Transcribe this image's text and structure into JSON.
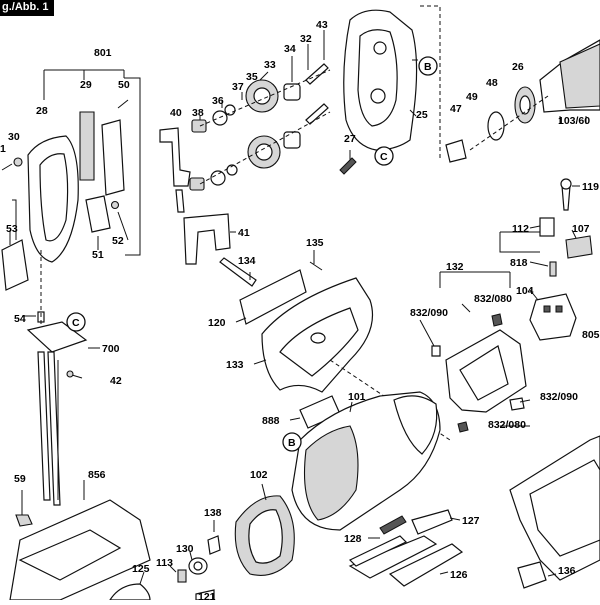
{
  "figure_tag": "g./Abb. 1",
  "callout_letters": [
    "B",
    "C"
  ],
  "part_numbers": {
    "p801": "801",
    "p29": "29",
    "p50": "50",
    "p28": "28",
    "p30": "30",
    "p53": "53",
    "p52": "52",
    "p51": "51",
    "p54": "54",
    "p700": "700",
    "p42": "42",
    "p59": "59",
    "p856": "856",
    "p40": "40",
    "p38": "38",
    "p36": "36",
    "p37": "37",
    "p35": "35",
    "p33": "33",
    "p34": "34",
    "p32": "32",
    "p43": "43",
    "p27": "27",
    "p25": "25",
    "p41": "41",
    "p47": "47",
    "p49": "49",
    "p48": "48",
    "p26": "26",
    "p103_60": "103/60",
    "p119": "119",
    "p112": "112",
    "p107": "107",
    "p818": "818",
    "p104": "104",
    "p805": "805",
    "p132": "132",
    "p832_090a": "832/090",
    "p832_080a": "832/080",
    "p832_090b": "832/090",
    "p832_080b": "832/080",
    "p135": "135",
    "p134": "134",
    "p120": "120",
    "p133": "133",
    "p888": "888",
    "p101": "101",
    "p102": "102",
    "p138": "138",
    "p130": "130",
    "p113": "113",
    "p125": "125",
    "p121": "121",
    "p127": "127",
    "p128": "128",
    "p126": "126",
    "p136": "136",
    "p1": "1"
  }
}
